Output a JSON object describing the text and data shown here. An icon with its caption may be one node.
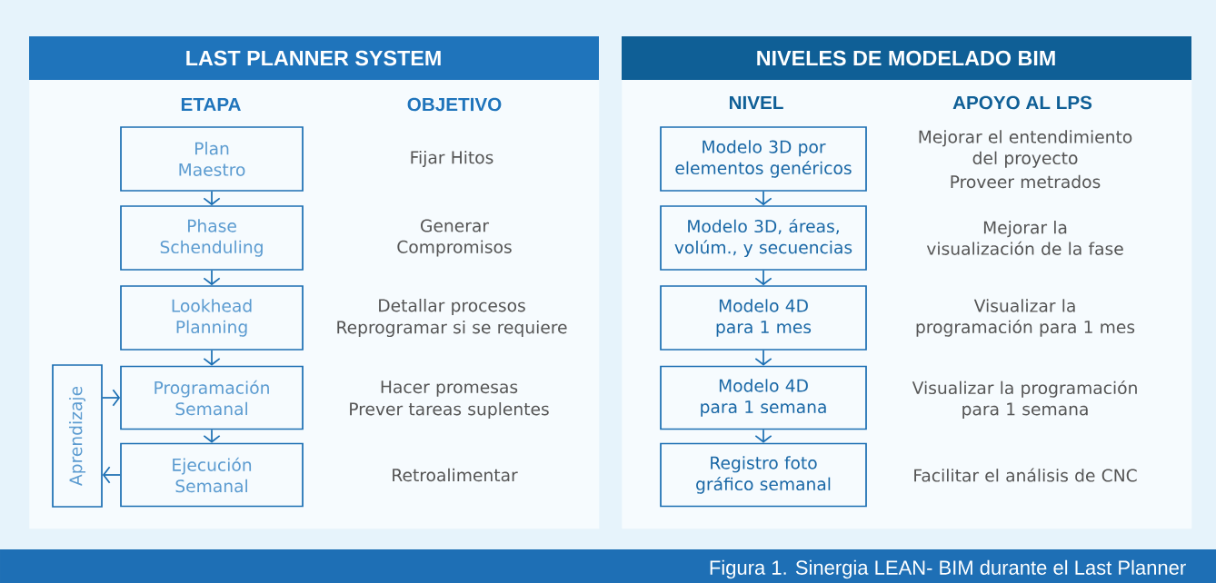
{
  "diagram": {
    "caption": "Figura 1. Sinergia LEAN- BIM durante el Last Planner",
    "nodes": [
      {
        "text": [
          "LAST PLANNER SYSTEM"
        ]
      },
      {
        "text": [
          "Plan Maestro"
        ],
        "in": 0
      },
      {
        "text": [
          "Phase Schenduling"
        ],
        "in": 0
      },
      {
        "text": [
          "Lookhead Planning"
        ],
        "in": 0
      },
      {
        "text": [
          "Programación Semanal"
        ],
        "in": 0
      },
      {
        "text": [
          "Ejecución Semanal"
        ],
        "in": 0
      },
      {
        "text": [
          "Aprendizaje"
        ],
        "in": 0
      },
      {
        "text": [
          "NIVELES DE MODELADO BIM"
        ]
      },
      {
        "text": [
          "Modelo 3D por elementos genéricos"
        ],
        "in": 7
      },
      {
        "text": [
          "Modelo 3D, áreas, volúm., y secuencias"
        ],
        "in": 7
      },
      {
        "text": [
          "Modelo 4D para 1 mes"
        ],
        "in": 7
      },
      {
        "text": [
          "Modelo 4D para 1 semana"
        ],
        "in": 7
      },
      {
        "text": [
          "Registro foto gráfico semanal"
        ],
        "in": 7
      }
    ],
    "edges": [
      {
        "from": 1,
        "to": 2,
        "arrow": "to"
      },
      {
        "from": 2,
        "to": 3,
        "arrow": "to"
      },
      {
        "from": 3,
        "to": 4,
        "arrow": "to"
      },
      {
        "from": 4,
        "to": 5,
        "arrow": "to"
      },
      {
        "from": 5,
        "to": 6,
        "arrow": "to"
      },
      {
        "from": 6,
        "to": 4,
        "arrow": "to"
      },
      {
        "from": 8,
        "to": 9,
        "arrow": "to"
      },
      {
        "from": 9,
        "to": 10,
        "arrow": "to"
      },
      {
        "from": 10,
        "to": 11,
        "arrow": "to"
      },
      {
        "from": 11,
        "to": 12,
        "arrow": "to"
      }
    ],
    "labels": [
      "ETAPA",
      "OBJETIVO",
      "Fijar Hitos",
      "Generar Compromisos",
      "Detallar procesos",
      "Reprogramar si se requiere",
      "Hacer promesas",
      "Prever tareas suplentes",
      "Retroalimentar",
      "NIVEL",
      "APOYO AL LPS",
      "Mejorar el entendimiento del proyecto",
      "Proveer metrados",
      "Mejorar la visualización de la fase",
      "Visualizar la programación para 1 mes",
      "Visualizar la programación para 1 semana",
      "Facilitar el análisis de CNC"
    ]
  }
}
